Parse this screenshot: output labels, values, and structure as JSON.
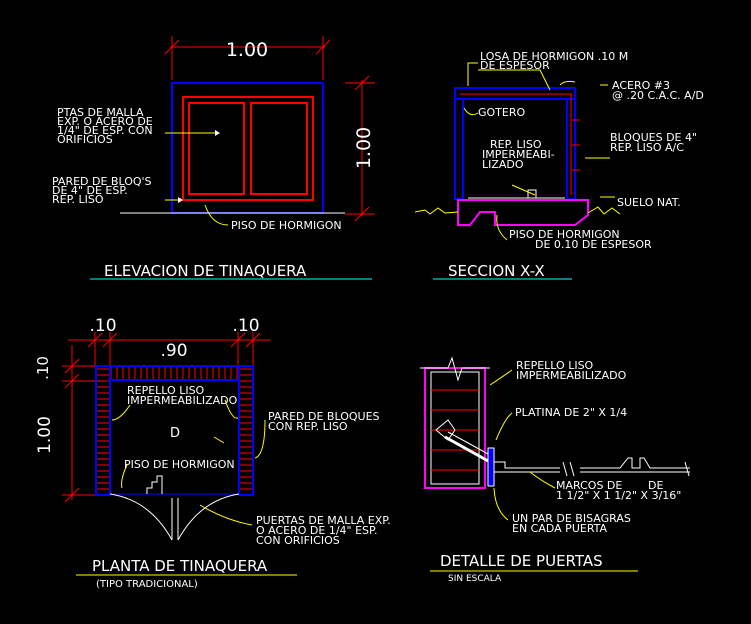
{
  "colors": {
    "background": "#000000",
    "text": "#ffffff",
    "leader": "#ffff00",
    "dimension": "#ff0000",
    "block": "#0000ff",
    "mesh": "#ff0000",
    "slab": "#ff00ff",
    "title_underline": "#00ffff",
    "ground": "#ffff00"
  },
  "elevation": {
    "width_dim": "1.00",
    "height_dim": "1.00",
    "note_mesh": [
      "PTAS DE MALLA",
      "EXP. O ACERO DE",
      "1/4\" DE ESP. CON",
      "ORIFICIOS"
    ],
    "note_wall": [
      "PARED DE BLOQ'S",
      "DE 4\" DE ESP.",
      "REP. LISO"
    ],
    "note_floor": "PISO DE HORMIGON",
    "title": "ELEVACION DE TINAQUERA"
  },
  "section": {
    "note_slab": [
      "LOSA DE HORMIGON .10 M",
      "DE ESPESOR"
    ],
    "note_steel": [
      "ACERO #3",
      "@ .20 C.A.C. A/D"
    ],
    "note_drip": "GOTERO",
    "note_plaster": [
      "REP. LISO",
      "IMPERMEABI-",
      "LIZADO"
    ],
    "note_blocks": [
      "BLOQUES DE 4\"",
      "REP. LISO A/C"
    ],
    "note_soil": "SUELO NAT.",
    "note_floor": [
      "PISO DE HORMIGON",
      "DE 0.10 DE ESPESOR"
    ],
    "title": "SECCION X-X"
  },
  "plan": {
    "dim_left": ".10",
    "dim_right": ".10",
    "dim_mid": ".90",
    "dim_top_v": ".10",
    "dim_height": "1.00",
    "note_plaster": [
      "REPELLO LISO",
      "IMPERMEABILIZADO"
    ],
    "note_wall": [
      "PARED DE BLOQUES",
      "CON REP. LISO"
    ],
    "note_floor": "PISO DE HORMIGON",
    "note_doors": [
      "PUERTAS DE MALLA EXP.",
      "O ACERO DE 1/4\" ESP.",
      "CON ORIFICIOS"
    ],
    "title": "PLANTA DE TINAQUERA",
    "subtitle": "(TIPO TRADICIONAL)"
  },
  "detail": {
    "note_plaster": [
      "REPELLO LISO",
      "IMPERMEABILIZADO"
    ],
    "note_plate": "PLATINA DE 2\" X 1/4",
    "note_frames": [
      "MARCOS DE",
      "DE",
      "1 1/2\" X 1 1/2\" X 3/16\""
    ],
    "note_hinges": [
      "UN PAR DE BISAGRAS",
      "EN CADA PUERTA"
    ],
    "title": "DETALLE DE PUERTAS",
    "subtitle": "SIN ESCALA"
  }
}
